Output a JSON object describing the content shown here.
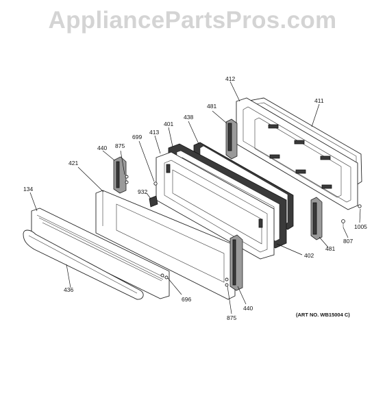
{
  "watermark": "AppliancePartsPros.com",
  "art_number": "(ART NO. WB15004 C)",
  "callouts": {
    "c412": "412",
    "c411": "411",
    "c481a": "481",
    "c438": "438",
    "c401": "401",
    "c413": "413",
    "c699": "699",
    "c875a": "875",
    "c440a": "440",
    "c421": "421",
    "c134": "134",
    "c932": "932",
    "c1005": "1005",
    "c807": "807",
    "c481b": "481",
    "c402": "402",
    "c436": "436",
    "c696": "696",
    "c440b": "440",
    "c875b": "875"
  }
}
